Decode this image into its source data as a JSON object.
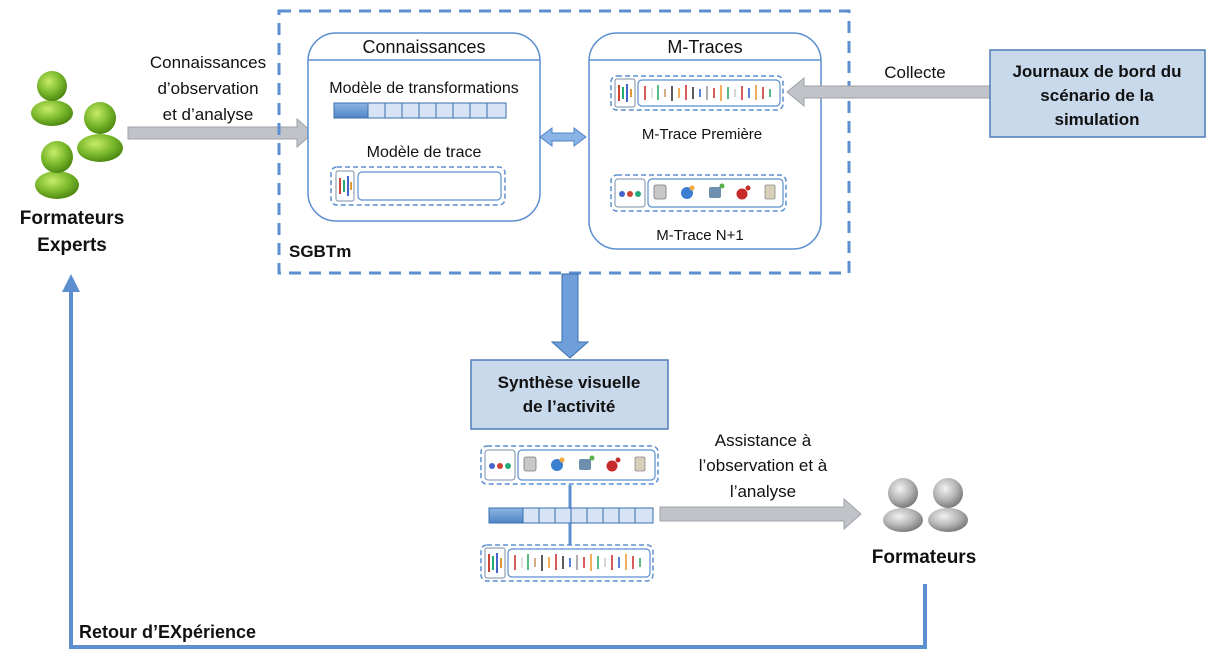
{
  "experts": {
    "label_line1": "Formateurs",
    "label_line2": "Experts"
  },
  "knowledge_arrow": {
    "line1": "Connaissances",
    "line2": "d’observation",
    "line3": "et d’analyse"
  },
  "sgbtm": {
    "label": "SGBTm",
    "connaissances": {
      "title": "Connaissances",
      "transformations_label": "Modèle de transformations",
      "trace_model_label": "Modèle de trace"
    },
    "mtraces": {
      "title": "M-Traces",
      "premiere_label": "M-Trace Première",
      "n1_label": "M-Trace N+1"
    }
  },
  "collecte": {
    "label": "Collecte"
  },
  "journaux": {
    "line1": "Journaux de bord du",
    "line2": "scénario de la",
    "line3": "simulation"
  },
  "synthese": {
    "line1": "Synthèse visuelle",
    "line2": "de l’activité"
  },
  "assistance": {
    "line1": "Assistance à",
    "line2": "l’observation et à",
    "line3": "l’analyse"
  },
  "formateurs": {
    "label": "Formateurs"
  },
  "rex": {
    "label": "Retour d’EXpérience"
  },
  "colors": {
    "accent_blue": "#5b8fcf",
    "box_fill": "#c9d9ec",
    "arrow_gray": "#c0c3c8",
    "green": "#7ab82c",
    "gray_person": "#a8a8a8"
  }
}
